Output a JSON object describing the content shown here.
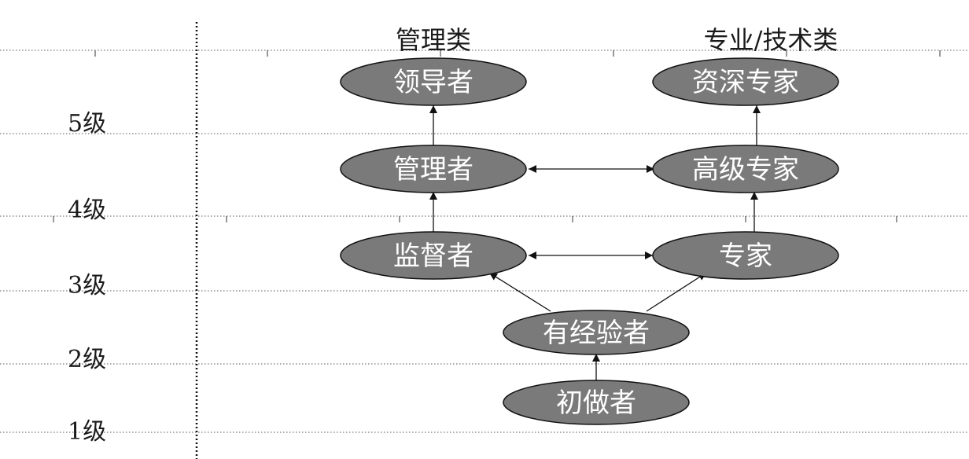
{
  "levels": [
    "5级",
    "4级",
    "3级",
    "2级",
    "1级"
  ],
  "columns": {
    "management": "管理类",
    "professional": "专业/技术类"
  },
  "nodes": {
    "leader": "领导者",
    "manager": "管理者",
    "supervisor": "监督者",
    "senior_expert": "资深专家",
    "advanced_expert": "高级专家",
    "expert": "专家",
    "experienced": "有经验者",
    "beginner": "初做者"
  },
  "edges": [
    {
      "from": "beginner",
      "to": "experienced",
      "direction": "forward"
    },
    {
      "from": "experienced",
      "to": "supervisor",
      "direction": "forward"
    },
    {
      "from": "experienced",
      "to": "expert",
      "direction": "forward"
    },
    {
      "from": "supervisor",
      "to": "manager",
      "direction": "forward"
    },
    {
      "from": "manager",
      "to": "leader",
      "direction": "forward"
    },
    {
      "from": "expert",
      "to": "advanced_expert",
      "direction": "forward"
    },
    {
      "from": "advanced_expert",
      "to": "senior_expert",
      "direction": "forward"
    },
    {
      "from": "supervisor",
      "to": "expert",
      "direction": "both"
    },
    {
      "from": "manager",
      "to": "advanced_expert",
      "direction": "both"
    }
  ],
  "colors": {
    "node_fill": "#7a7a7a",
    "node_text": "#ffffff",
    "line": "#111111"
  }
}
